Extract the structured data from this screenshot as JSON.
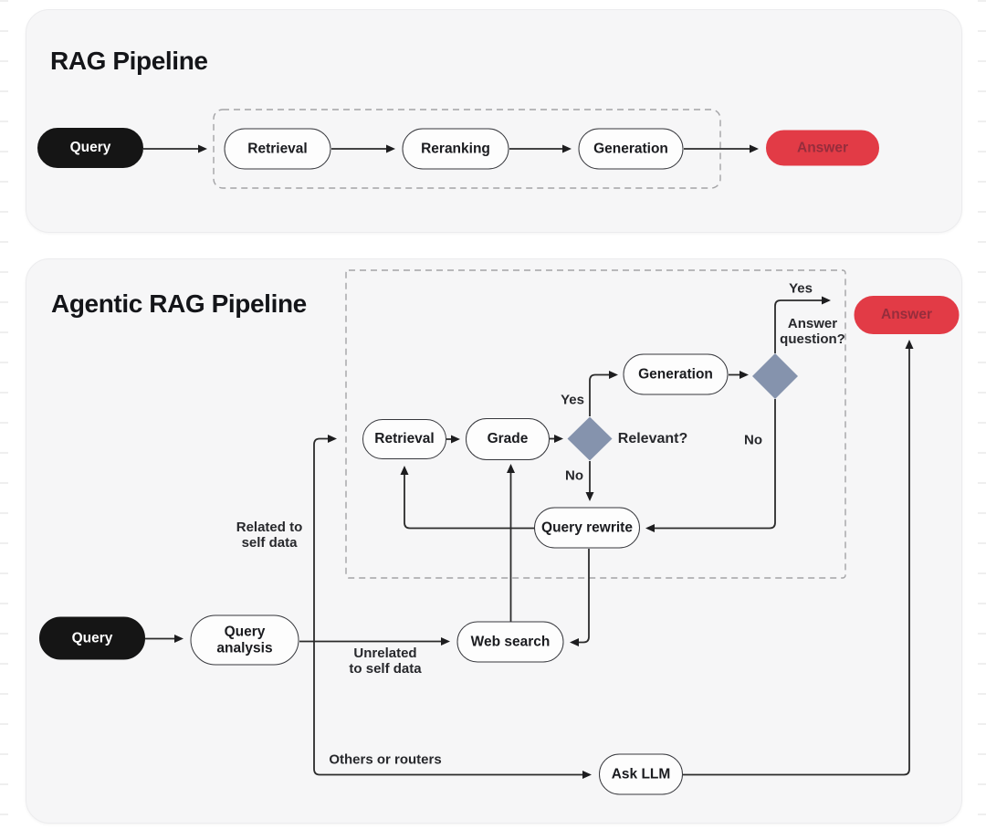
{
  "colors": {
    "page_background": "#ffffff",
    "card_background": "#f6f6f7",
    "accent_red": "#e23b46",
    "accent_red_text": "#962d3c",
    "node_black": "#151515",
    "diamond_fill": "#8593ad",
    "line": "#2b2b2b",
    "dashed_border": "#a3a3a6"
  },
  "panel1": {
    "title": "RAG Pipeline",
    "query_label": "Query",
    "retrieval_label": "Retrieval",
    "reranking_label": "Reranking",
    "generation_label": "Generation",
    "answer_label": "Answer"
  },
  "panel2": {
    "title": "Agentic RAG Pipeline",
    "query_label": "Query",
    "query_analysis_line1": "Query",
    "query_analysis_line2": "analysis",
    "retrieval_label": "Retrieval",
    "grade_label": "Grade",
    "generation_label": "Generation",
    "query_rewrite_label": "Query rewrite",
    "web_search_label": "Web search",
    "ask_llm_label": "Ask LLM",
    "answer_label": "Answer",
    "edge_labels": {
      "relevant_yes": "Yes",
      "relevant_no": "No",
      "relevant_question": "Relevant?",
      "answer_yes": "Yes",
      "answer_question_line1": "Answer",
      "answer_question_line2": "question?",
      "answer_no": "No",
      "related_line1": "Related to",
      "related_line2": "self data",
      "unrelated_line1": "Unrelated",
      "unrelated_line2": "to self data",
      "others": "Others or routers"
    }
  }
}
